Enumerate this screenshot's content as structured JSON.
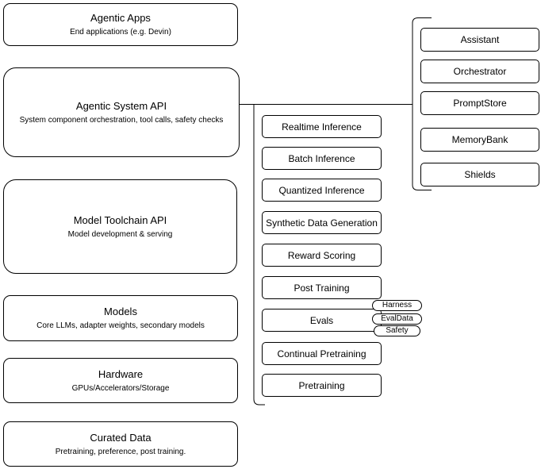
{
  "left_column": {
    "boxes": [
      {
        "title": "Agentic Apps",
        "subtitle": "End applications (e.g. Devin)"
      },
      {
        "title": "Agentic System API",
        "subtitle": "System component orchestration, tool calls, safety checks"
      },
      {
        "title": "Model Toolchain API",
        "subtitle": "Model development & serving"
      },
      {
        "title": "Models",
        "subtitle": "Core LLMs, adapter weights, secondary models"
      },
      {
        "title": "Hardware",
        "subtitle": "GPUs/Accelerators/Storage"
      },
      {
        "title": "Curated Data",
        "subtitle": "Pretraining, preference, post training."
      }
    ]
  },
  "toolchain_column": {
    "items": [
      "Realtime Inference",
      "Batch Inference",
      "Quantized Inference",
      "Synthetic Data Generation",
      "Reward Scoring",
      "Post Training",
      "Evals",
      "Continual Pretraining",
      "Pretraining"
    ],
    "evals_tags": [
      "Harness",
      "EvalData",
      "Safety"
    ]
  },
  "system_column": {
    "items": [
      "Assistant",
      "Orchestrator",
      "PromptStore",
      "MemoryBank",
      "Shields"
    ]
  },
  "colors": {
    "background": "#ffffff",
    "line": "#000000",
    "box_border": "#000000",
    "text": "#000000"
  }
}
